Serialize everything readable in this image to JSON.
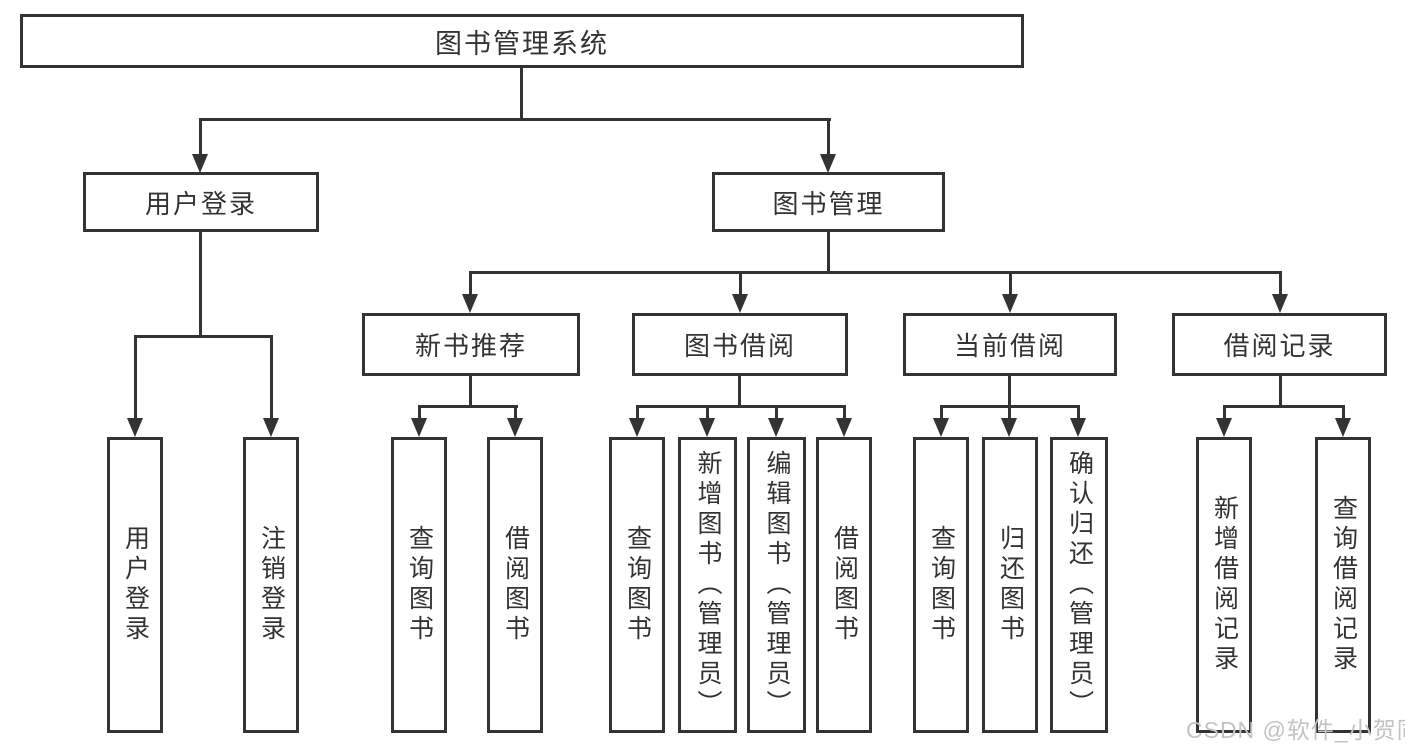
{
  "nodes": {
    "root": "图书管理系统",
    "user_login": "用户登录",
    "book_mgmt": "图书管理",
    "new_recommend": "新书推荐",
    "book_borrow": "图书借阅",
    "current_borrow": "当前借阅",
    "borrow_records": "借阅记录"
  },
  "leaves": {
    "login": [
      "用户登录",
      "注销登录"
    ],
    "recommend": [
      "查询图书",
      "借阅图书"
    ],
    "borrow": [
      "查询图书",
      "新增图书（管理员）",
      "编辑图书（管理员）",
      "借阅图书"
    ],
    "current": [
      "查询图书",
      "归还图书",
      "确认归还（管理员）"
    ],
    "records": [
      "新增借阅记录",
      "查询借阅记录"
    ]
  },
  "watermark": "CSDN @软件_小贺同学",
  "colors": {
    "line": "#333333",
    "text": "#333333",
    "watermark": "#c3c3c3",
    "background": "#ffffff"
  }
}
